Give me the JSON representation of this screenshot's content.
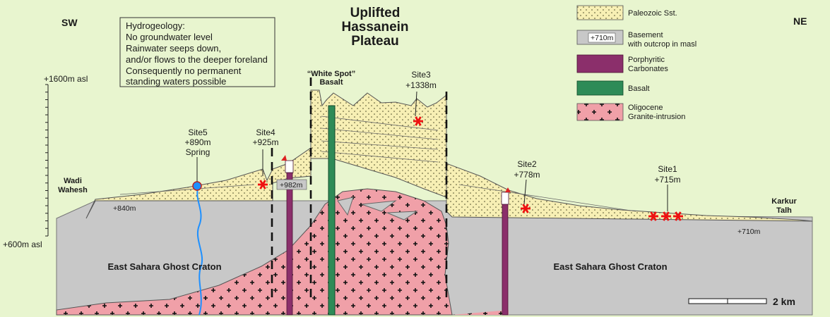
{
  "title_lines": [
    "Uplifted",
    "Hassanein",
    "Plateau"
  ],
  "directions": {
    "left": "SW",
    "right": "NE"
  },
  "elevation_scale": {
    "top": "+1600m asl",
    "bottom": "+600m asl"
  },
  "hydrogeology": {
    "lines": [
      "Hydrogeology:",
      "No groundwater level",
      "Rainwater seeps down,",
      "and/or flows to the deeper foreland",
      "Consequently no permanent",
      "standing waters possible"
    ]
  },
  "basalt_label": [
    "“White Spot”",
    "Basalt"
  ],
  "sites": {
    "site5": [
      "Site5",
      "+890m",
      "Spring"
    ],
    "site4": [
      "Site4",
      "+925m"
    ],
    "site3": [
      "Site3",
      "+1338m"
    ],
    "site2": [
      "Site2",
      "+778m"
    ],
    "site1": [
      "Site1",
      "+715m"
    ]
  },
  "places": {
    "wadi": [
      "Wadi",
      "Wahesh"
    ],
    "karkur": [
      "Karkur",
      "Talh"
    ]
  },
  "elevation_tags": {
    "left": "+840m",
    "well": "+982m",
    "right": "+710m"
  },
  "craton_label": "East Sahara Ghost Craton",
  "legend": [
    {
      "label": [
        "Paleozoic Sst."
      ],
      "swatch_text": "",
      "color": "#f7efb4",
      "pattern": "dots"
    },
    {
      "label": [
        "Basement",
        "with outcrop in masl"
      ],
      "swatch_text": "+710m",
      "color": "#c8c8c8",
      "pattern": "none"
    },
    {
      "label": [
        "Porphyritic",
        "Carbonates"
      ],
      "swatch_text": "",
      "color": "#8b2f6b",
      "pattern": "none"
    },
    {
      "label": [
        "Basalt"
      ],
      "swatch_text": "",
      "color": "#2e8b57",
      "pattern": "none"
    },
    {
      "label": [
        "Oligocene",
        "Granite-intrusion"
      ],
      "swatch_text": "",
      "color": "#f0a0a8",
      "pattern": "crosses"
    }
  ],
  "scale_bar": "2 km",
  "colors": {
    "background": "#e8f5cf",
    "sandstone": "#f7efb4",
    "basement": "#c8c8c8",
    "granite": "#f0a0a8",
    "carbonate": "#8b2f6b",
    "basalt": "#2e8b57",
    "marker": "#ee1111",
    "stream": "#1e90ff"
  }
}
